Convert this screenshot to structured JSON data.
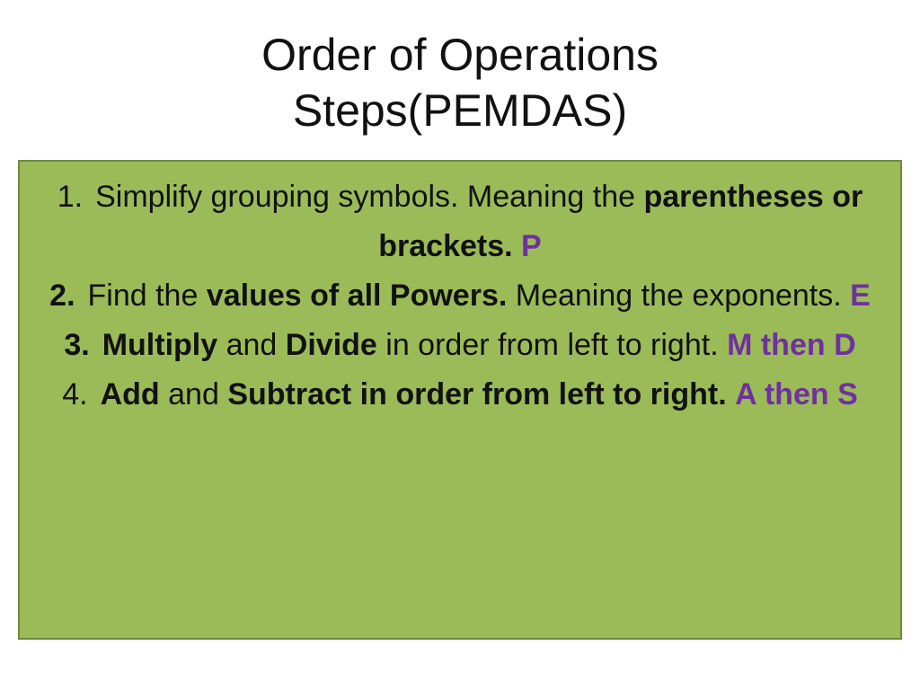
{
  "title": {
    "line1": "Order of Operations",
    "line2": "Steps(PEMDAS)"
  },
  "colors": {
    "box_background": "#9bbb59",
    "box_border": "#71893f",
    "letter_accent": "#7030a0",
    "text": "#111111"
  },
  "steps": [
    {
      "number": "1.",
      "t1": "Simplify grouping symbols. Meaning the ",
      "b1": "parentheses or brackets.",
      "letter": "P"
    },
    {
      "number": "2.",
      "t1": "Find the ",
      "b1": "values of all Powers.",
      "t2": " Meaning the exponents.",
      "letter": "E"
    },
    {
      "number": "3.",
      "b1": "Multiply",
      "t1": " and ",
      "b2": "Divide",
      "t2": " in order from left to right.",
      "letter": "M then D"
    },
    {
      "number": "4.",
      "b1": "Add",
      "t1": " and ",
      "b2": "Subtract in order from left to right.",
      "letter": "A then S"
    }
  ]
}
